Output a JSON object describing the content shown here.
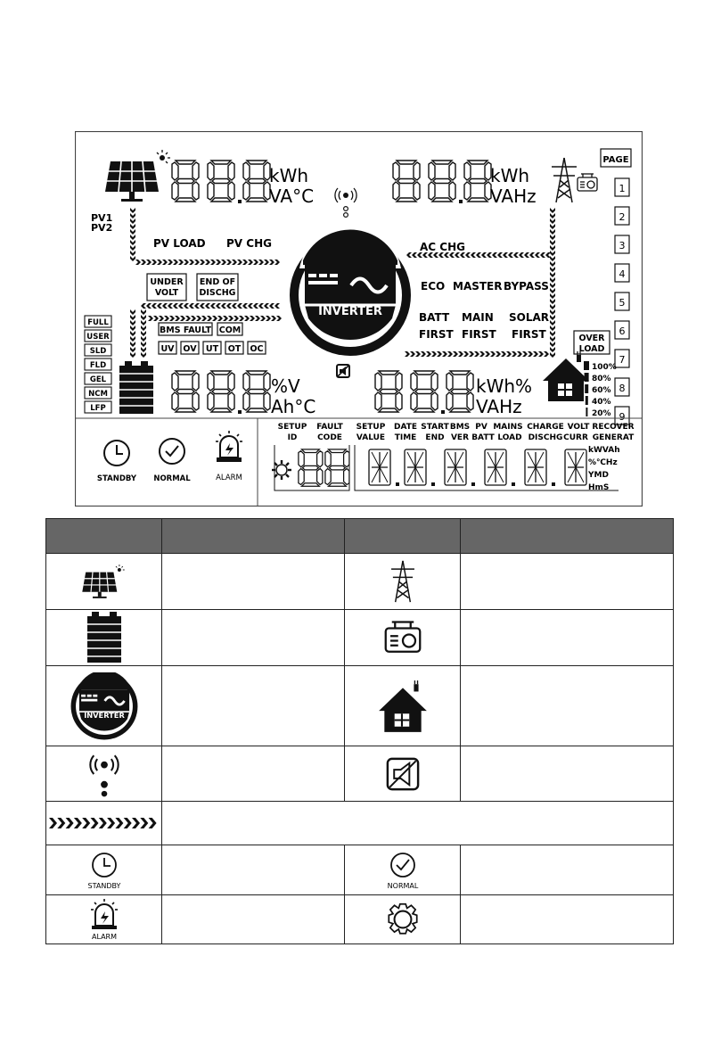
{
  "lcd": {
    "page_label": "PAGE",
    "page_numbers": [
      "1",
      "2",
      "3",
      "4",
      "5",
      "6",
      "7",
      "8",
      "9"
    ],
    "digits_placeholder": "8",
    "pv": {
      "line1": "PV1",
      "line2": "PV2"
    },
    "units": {
      "pv_top": "kWh",
      "pv_bottom": "VA°C",
      "grid_top": "kWh",
      "grid_bottom": "VAHz",
      "batt_top": "%V",
      "batt_bottom": "Ah°C",
      "load_top": "kWh%",
      "load_bottom": "VAHz"
    },
    "flow_labels": {
      "pv_load": "PV LOAD",
      "pv_chg": "PV CHG",
      "ac_chg": "AC CHG"
    },
    "warnings": {
      "under_volt_1": "UNDER",
      "under_volt_2": "VOLT",
      "end_dischg_1": "END OF",
      "end_dischg_2": "DISCHG"
    },
    "faults": {
      "bms_fault": "BMS FAULT",
      "com": "COM",
      "uv": "UV",
      "ov": "OV",
      "ut": "UT",
      "ot": "OT",
      "oc": "OC"
    },
    "battery_types": [
      "FULL",
      "USER",
      "SLD",
      "FLD",
      "GEL",
      "NCM",
      "LFP"
    ],
    "inverter_label": "INVERTER",
    "modes": {
      "eco": "ECO",
      "master": "MASTER",
      "bypass": "BYPASS"
    },
    "priority": {
      "batt_1": "BATT",
      "batt_2": "FIRST",
      "main_1": "MAIN",
      "main_2": "FIRST",
      "solar_1": "SOLAR",
      "solar_2": "FIRST"
    },
    "overload": {
      "line1": "OVER",
      "line2": "LOAD"
    },
    "load_levels": [
      "100%",
      "80%",
      "60%",
      "40%",
      "20%"
    ],
    "status": {
      "standby": "STANDBY",
      "normal": "NORMAL",
      "alarm": "ALARM"
    },
    "setup": {
      "id_1": "SETUP",
      "id_2": "ID",
      "code_1": "FAULT",
      "code_2": "CODE",
      "value_1": "SETUP",
      "value_2": "VALUE",
      "date_1": "DATE",
      "date_2": "TIME",
      "start_1": "START",
      "start_2": "END",
      "bms_1": "BMS",
      "bms_2": "VER",
      "pv_1": "PV",
      "pv_2": "BATT",
      "mains_1": "MAINS",
      "mains_2": "LOAD",
      "charge_1": "CHARGE",
      "charge_2": "DISCHG",
      "volt_1": "VOLT",
      "volt_2": "CURR",
      "recover_1": "RECOVER",
      "recover_2": "GENERAT"
    },
    "right_units": {
      "u1": "kWVAh",
      "u2": "%℃Hz",
      "u3": "YMD",
      "u4": "HmS"
    }
  },
  "legend": {
    "standby": "STANDBY",
    "normal": "NORMAL",
    "alarm": "ALARM",
    "inverter": "INVERTER"
  },
  "colors": {
    "lcd_ink": "#111111",
    "header_fill": "#666666"
  }
}
